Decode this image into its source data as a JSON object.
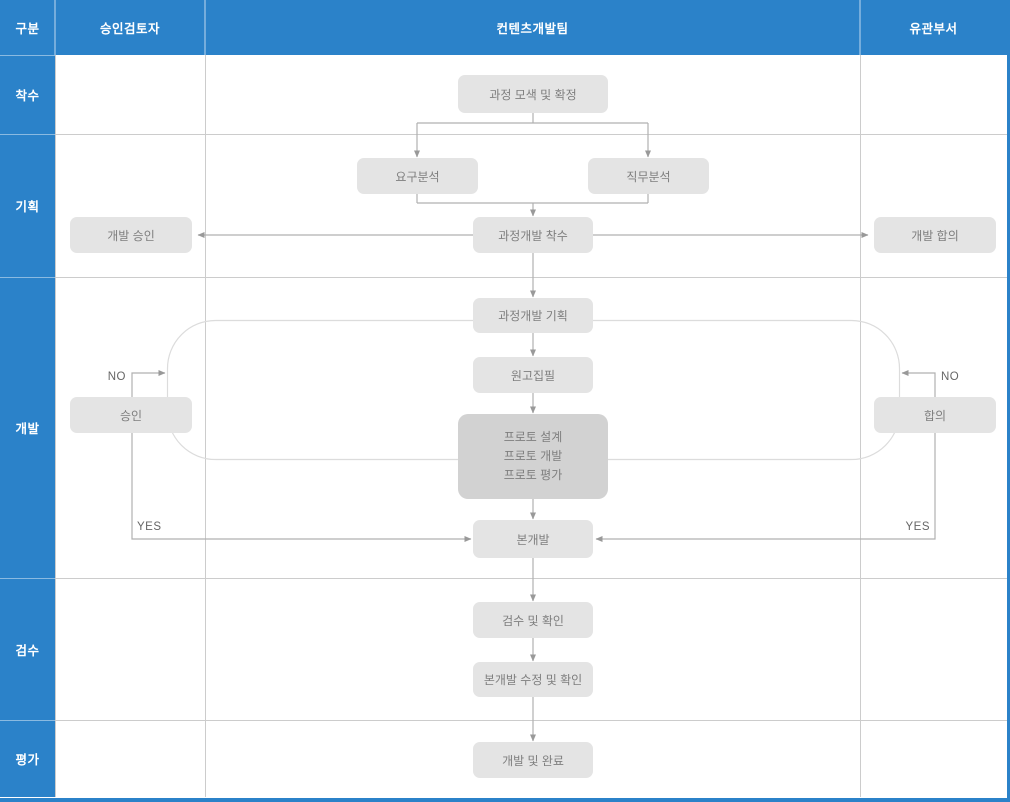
{
  "header": {
    "columns": [
      {
        "label": "구분"
      },
      {
        "label": "승인검토자"
      },
      {
        "label": "컨텐츠개발팀"
      },
      {
        "label": "유관부서"
      }
    ]
  },
  "rows": [
    {
      "label": "착수"
    },
    {
      "label": "기획"
    },
    {
      "label": "개발"
    },
    {
      "label": "검수"
    },
    {
      "label": "평가"
    }
  ],
  "nodes": {
    "explore": "과정 모색 및 확정",
    "needs_analysis": "요구분석",
    "job_analysis": "직무분석",
    "dev_start": "과정개발 착수",
    "dev_approval": "개발 승인",
    "dev_agreement": "개발 합의",
    "dev_planning": "과정개발 기획",
    "manuscript": "원고집필",
    "proto_line1": "프로토 설계",
    "proto_line2": "프로토 개발",
    "proto_line3": "프로토 평가",
    "approval": "승인",
    "agreement": "합의",
    "main_dev": "본개발",
    "inspection": "검수 및 확인",
    "revision": "본개발 수정 및 확인",
    "completion": "개발 및 완료"
  },
  "decision_labels": {
    "no_left": "NO",
    "no_right": "NO",
    "yes_left": "YES",
    "yes_right": "YES"
  },
  "colors": {
    "brand_blue": "#2b82c9",
    "node_fill": "#e4e4e4",
    "node_fill_dark": "#d2d2d2",
    "grid_line": "#cccccc",
    "wire": "#b0b0b0"
  }
}
